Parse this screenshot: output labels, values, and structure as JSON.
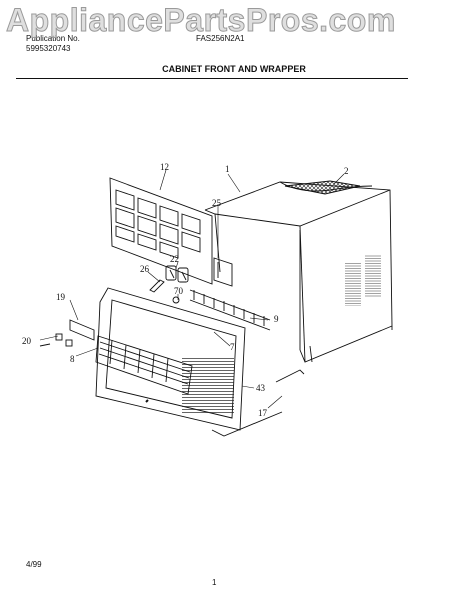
{
  "watermark": "AppliancePartsPros.com",
  "header": {
    "publication_label": "Publication No.",
    "publication_number": "5995320743",
    "model": "FAS256N2A1"
  },
  "title": "CABINET FRONT AND WRAPPER",
  "callouts": {
    "c1": "1",
    "c2": "2",
    "c7": "7",
    "c8": "8",
    "c9": "9",
    "c12": "12",
    "c17": "17",
    "c19": "19",
    "c20": "20",
    "c22": "22",
    "c25": "25",
    "c26": "26",
    "c43": "43",
    "c70": "70"
  },
  "footer": {
    "date": "4/99",
    "page": "1"
  }
}
